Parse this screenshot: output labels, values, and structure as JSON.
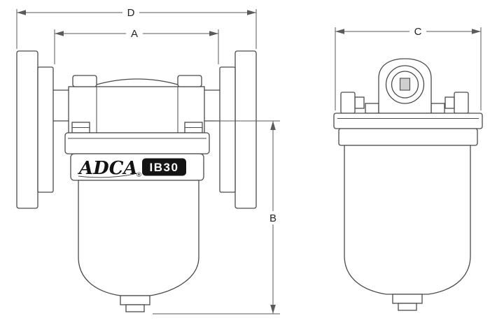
{
  "drawing": {
    "product": {
      "brand": "ADCA",
      "registered_mark": "®",
      "model": "IB30"
    },
    "dimensions": {
      "d": "D",
      "a": "A",
      "b": "B",
      "c": "C"
    },
    "colors": {
      "line": "#4a4a4a",
      "badge_bg": "#141414",
      "badge_text": "#ffffff"
    }
  }
}
